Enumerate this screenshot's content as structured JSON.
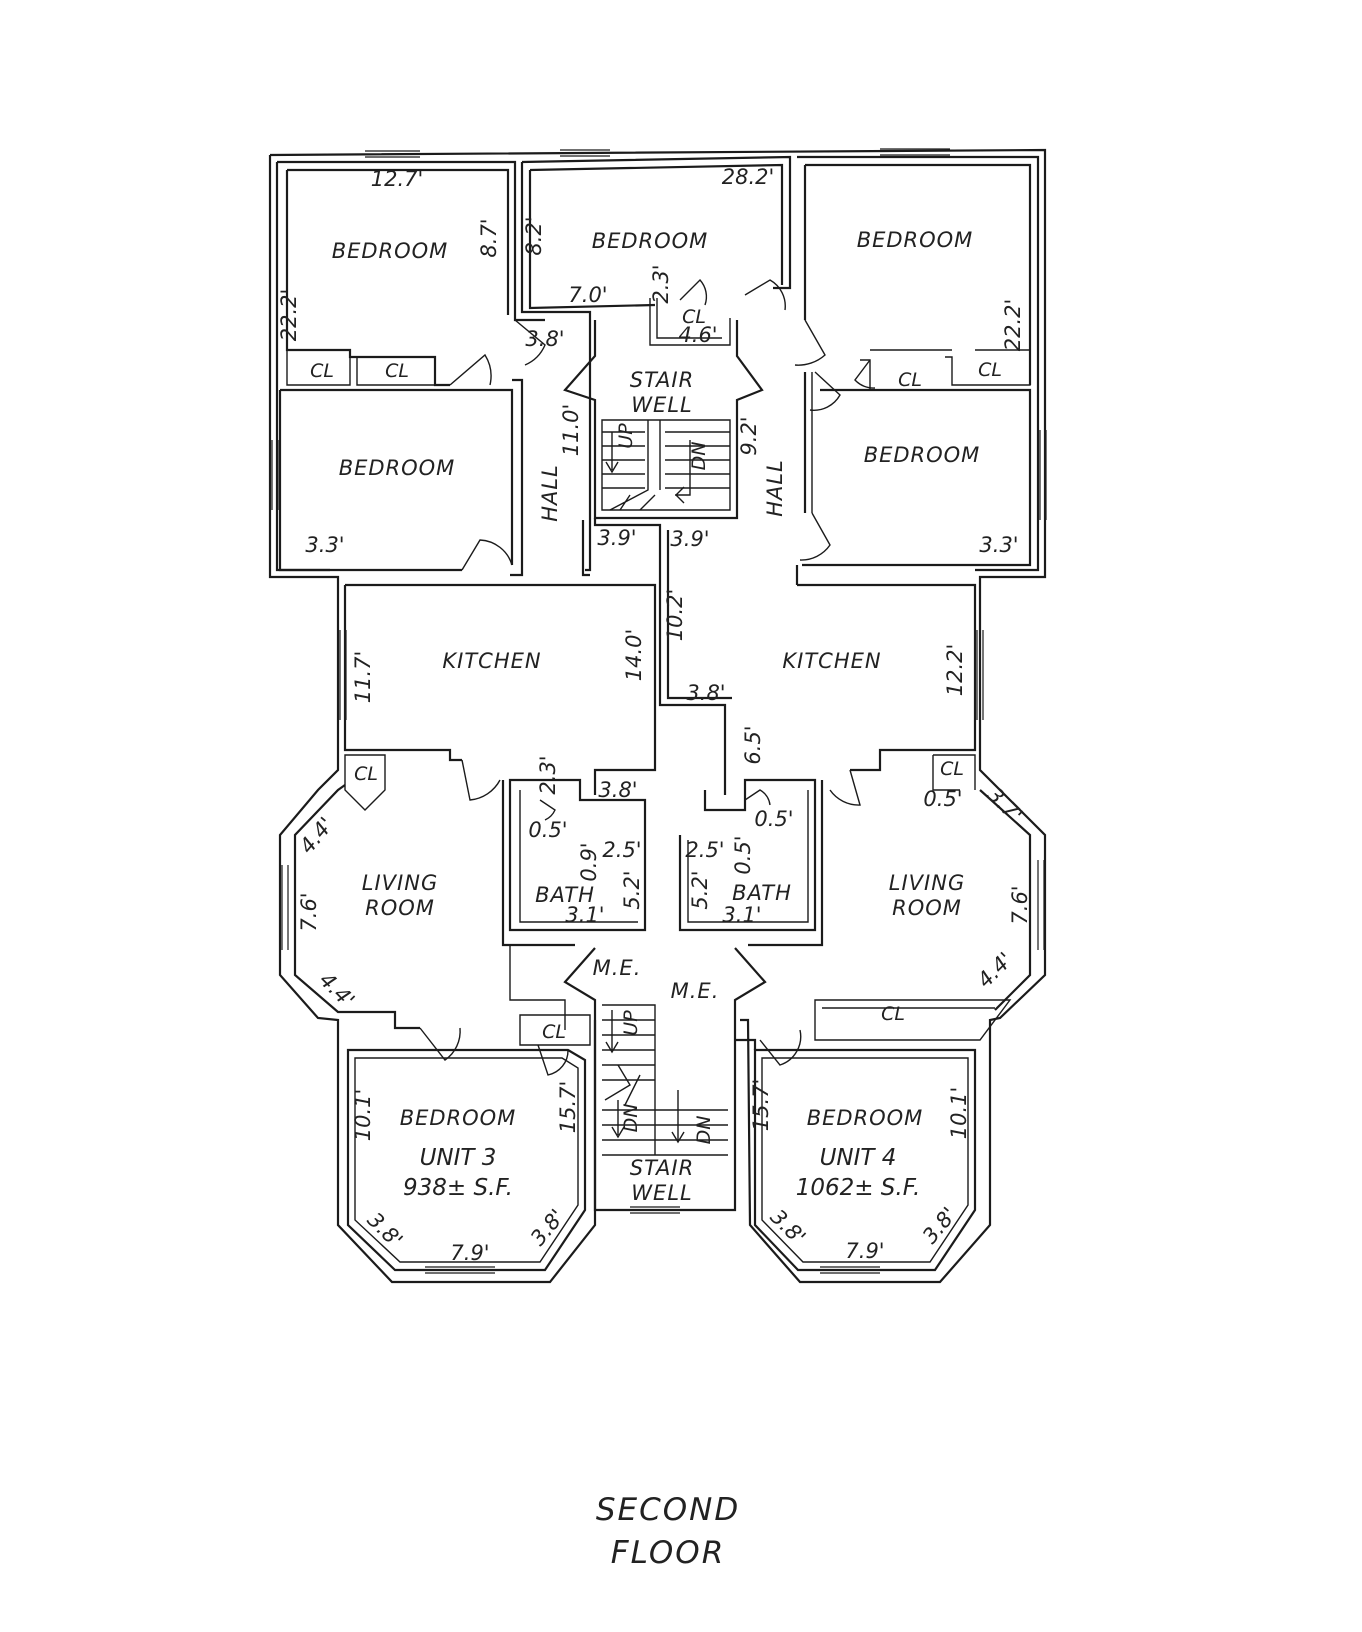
{
  "title": [
    "SECOND",
    "FLOOR"
  ],
  "units": [
    {
      "name": "UNIT 3",
      "area": "938± S.F."
    },
    {
      "name": "UNIT 4",
      "area": "1062± S.F."
    }
  ],
  "rooms": {
    "bedroom": "BEDROOM",
    "kitchen": "KITCHEN",
    "living_room": [
      "LIVING",
      "ROOM"
    ],
    "bath": "BATH",
    "hall": "HALL",
    "closet": "CL",
    "stair_well": [
      "STAIR",
      "WELL"
    ],
    "mech": "M.E.",
    "up": "UP",
    "down": "DN"
  },
  "dimensions": {
    "d12_7": "12.7'",
    "d8_7": "8.7'",
    "d22_2": "22.2'",
    "d3_8": "3.8'",
    "d28_2": "28.2'",
    "d8_2": "8.2'",
    "d7_0": "7.0'",
    "d2_3": "2.3'",
    "d4_6": "4.6'",
    "d11_0": "11.0'",
    "d9_2": "9.2'",
    "d3_3": "3.3'",
    "d3_9": "3.9'",
    "d10_2": "10.2'",
    "d14_0": "14.0'",
    "d11_7": "11.7'",
    "d12_2": "12.2'",
    "d6_5": "6.5'",
    "d0_5": "0.5'",
    "d2_5": "2.5'",
    "d0_9": "0.9'",
    "d5_2": "5.2'",
    "d3_1": "3.1'",
    "d4_4": "4.4'",
    "d7_6": "7.6'",
    "d3_7": "3.7'",
    "d10_1": "10.1'",
    "d15_7": "15.7'",
    "d7_9": "7.9'"
  }
}
